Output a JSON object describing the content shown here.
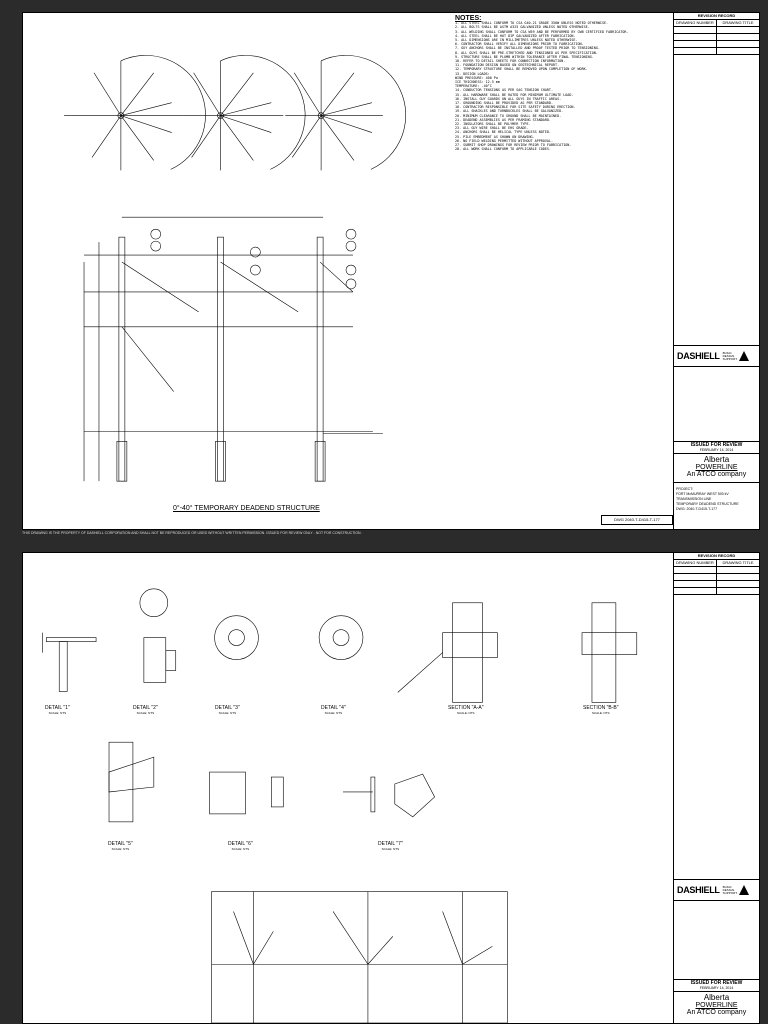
{
  "sheet1": {
    "notes_title": "NOTES:",
    "notes": [
      "1. ALL STEEL SHALL CONFORM TO CSA G40.21 GRADE 350W UNLESS NOTED OTHERWISE.",
      "2. ALL BOLTS SHALL BE ASTM A325 GALVANIZED UNLESS NOTED OTHERWISE.",
      "3. ALL WELDING SHALL CONFORM TO CSA W59 AND BE PERFORMED BY CWB CERTIFIED FABRICATOR.",
      "4. ALL STEEL SHALL BE HOT DIP GALVANIZED AFTER FABRICATION.",
      "5. ALL DIMENSIONS ARE IN MILLIMETRES UNLESS NOTED OTHERWISE.",
      "6. CONTRACTOR SHALL VERIFY ALL DIMENSIONS PRIOR TO FABRICATION.",
      "7. GUY ANCHORS SHALL BE INSTALLED AND PROOF TESTED PRIOR TO TENSIONING.",
      "8. ALL GUYS SHALL BE PRE-STRETCHED AND TENSIONED AS PER SPECIFICATION.",
      "9. STRUCTURE SHALL BE PLUMB WITHIN TOLERANCE AFTER FINAL TENSIONING.",
      "10. REFER TO DETAIL SHEETS FOR CONNECTION INFORMATION.",
      "11. FOUNDATION DESIGN BASED ON GEOTECHNICAL REPORT.",
      "12. TEMPORARY STRUCTURE SHALL BE REMOVED UPON COMPLETION OF WORK.",
      "13. DESIGN LOADS:",
      "    WIND PRESSURE: 400 Pa",
      "    ICE THICKNESS: 12.5 mm",
      "    TEMPERATURE: -40°C",
      "14. CONDUCTOR TENSIONS AS PER SAG TENSION CHART.",
      "15. ALL HARDWARE SHALL BE RATED FOR MINIMUM ULTIMATE LOAD.",
      "16. INSTALL GUY GUARDS ON ALL GUYS IN TRAFFIC AREAS.",
      "17. GROUNDING SHALL BE PROVIDED AS PER STANDARD.",
      "18. CONTRACTOR RESPONSIBLE FOR SITE SAFETY DURING ERECTION.",
      "19. ALL SHACKLES AND TURNBUCKLES SHALL BE GALVANIZED.",
      "20. MINIMUM CLEARANCE TO GROUND SHALL BE MAINTAINED.",
      "21. DEADEND ASSEMBLIES AS PER FRAMING STANDARD.",
      "22. INSULATORS SHALL BE POLYMER TYPE.",
      "23. ALL GUY WIRE SHALL BE EHS GRADE.",
      "24. ANCHORS SHALL BE HELICAL TYPE UNLESS NOTED.",
      "25. PILE EMBEDMENT AS SHOWN ON DRAWING.",
      "26. NO FIELD WELDING PERMITTED WITHOUT APPROVAL.",
      "27. SUBMIT SHOP DRAWINGS FOR REVIEW PRIOR TO FABRICATION.",
      "28. ALL WORK SHALL CONFORM TO APPLICABLE CODES."
    ],
    "main_caption": "0°-40° TEMPORARY DEADEND STRUCTURE",
    "ref_box": "DWG 2040-T-D415-T-177",
    "footer": "THIS DRAWING IS THE PROPERTY OF DASHIELL CORPORATION AND SHALL NOT BE REPRODUCED OR USED WITHOUT WRITTEN PERMISSION. ISSUED FOR REVIEW ONLY - NOT FOR CONSTRUCTION."
  },
  "sheet2": {
    "details": [
      {
        "title": "DETAIL \"1\"",
        "sub": "SCALE: NTS"
      },
      {
        "title": "DETAIL \"2\"",
        "sub": "SCALE: NTS"
      },
      {
        "title": "DETAIL \"3\"",
        "sub": "SCALE: NTS"
      },
      {
        "title": "DETAIL \"4\"",
        "sub": "SCALE: NTS"
      },
      {
        "title": "SECTION \"A-A\"",
        "sub": "SCALE: NTS"
      },
      {
        "title": "SECTION \"B-B\"",
        "sub": "SCALE: NTS"
      },
      {
        "title": "DETAIL \"5\"",
        "sub": "SCALE: NTS"
      },
      {
        "title": "DETAIL \"6\"",
        "sub": "SCALE: NTS"
      },
      {
        "title": "DETAIL \"7\"",
        "sub": "SCALE: NTS"
      }
    ]
  },
  "titleblock": {
    "head": "REVISION RECORD",
    "col_a": "DRAWING NUMBER",
    "col_b": "DRAWING TITLE",
    "logo": "DASHIELL",
    "logo_sub": "BUILD. DESIGN. SUPPORT.",
    "issued": "ISSUED FOR REVIEW",
    "issued_date": "FEBRUARY 14, 2014",
    "client_a": "Alberta",
    "client_b": "POWERLINE",
    "client_c": "An ATCO company",
    "info": [
      "PROJECT:",
      "FORT McMURRAY WEST 500 kV",
      "TRANSMISSION LINE",
      "TEMPORARY DEADEND STRUCTURE",
      "DWG: 2040-T-D415-T-177"
    ]
  }
}
